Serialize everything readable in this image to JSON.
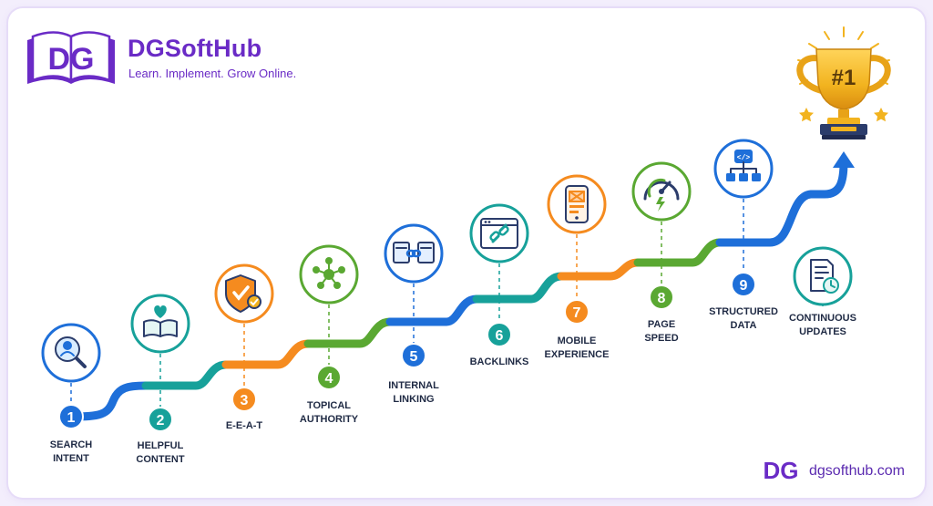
{
  "brand": {
    "name": "DGSoftHub",
    "tagline": "Learn. Implement. Grow Online.",
    "logo_text": "DG",
    "footer_logo_text": "DG",
    "website": "dgsofthub.com",
    "color": "#6a2bc6"
  },
  "trophy": {
    "label": "#1",
    "color": "#f2b31f"
  },
  "steps": [
    {
      "number": "1",
      "line1": "SEARCH",
      "line2": "INTENT",
      "icon": "magnifier-person-icon",
      "color": "#1e6fd9"
    },
    {
      "number": "2",
      "line1": "HELPFUL",
      "line2": "CONTENT",
      "icon": "book-heart-icon",
      "color": "#17a19a"
    },
    {
      "number": "3",
      "line1": "E-E-A-T",
      "line2": "",
      "icon": "shield-badge-icon",
      "color": "#f58b1f"
    },
    {
      "number": "4",
      "line1": "TOPICAL",
      "line2": "AUTHORITY",
      "icon": "network-hub-icon",
      "color": "#5aa832"
    },
    {
      "number": "5",
      "line1": "INTERNAL",
      "line2": "LINKING",
      "icon": "linked-pages-icon",
      "color": "#1e6fd9"
    },
    {
      "number": "6",
      "line1": "BACKLINKS",
      "line2": "",
      "icon": "browser-link-icon",
      "color": "#17a19a"
    },
    {
      "number": "7",
      "line1": "MOBILE",
      "line2": "EXPERIENCE",
      "icon": "mobile-phone-icon",
      "color": "#f58b1f"
    },
    {
      "number": "8",
      "line1": "PAGE",
      "line2": "SPEED",
      "icon": "speedometer-icon",
      "color": "#5aa832"
    },
    {
      "number": "9",
      "line1": "STRUCTURED",
      "line2": "DATA",
      "icon": "sitemap-code-icon",
      "color": "#1e6fd9"
    },
    {
      "number": "",
      "line1": "CONTINUOUS",
      "line2": "UPDATES",
      "icon": "document-clock-icon",
      "color": "#17a19a"
    }
  ]
}
